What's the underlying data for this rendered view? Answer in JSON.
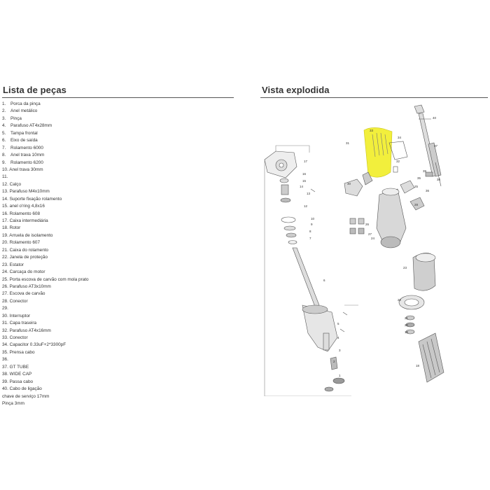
{
  "left_heading": "Lista de peças",
  "right_heading": "Vista explodida",
  "parts": [
    {
      "num": "1.",
      "text": "Porca da pinça"
    },
    {
      "num": "2.",
      "text": "Anel  metálico"
    },
    {
      "num": "3.",
      "text": "Pinça"
    },
    {
      "num": "4.",
      "text": "Parafuso AT4x28mm"
    },
    {
      "num": "5.",
      "text": "Tampa frontal"
    },
    {
      "num": "6.",
      "text": "Eixo de saída"
    },
    {
      "num": "7.",
      "text": "Rolamento 6000"
    },
    {
      "num": "8.",
      "text": "Anel trava 10mm"
    },
    {
      "num": "9.",
      "text": "Rolamento 6200"
    },
    {
      "num": "",
      "text": "10. Anel trava 30mm"
    },
    {
      "num": "",
      "text": "11."
    },
    {
      "num": "",
      "text": "12. Calço"
    },
    {
      "num": "",
      "text": "13. Parafuso M4x10mm"
    },
    {
      "num": "",
      "text": "14. Suporte fixação rolamento"
    },
    {
      "num": "",
      "text": "15. anel o'ring 4,8x16"
    },
    {
      "num": "",
      "text": "16. Rolamento 608"
    },
    {
      "num": "",
      "text": "17. Caixa intermediária"
    },
    {
      "num": "",
      "text": "18. Rotor"
    },
    {
      "num": "",
      "text": "19. Arruela de isolamento"
    },
    {
      "num": "",
      "text": "20. Rolamento 607"
    },
    {
      "num": "",
      "text": "21. Caixa do rolamento"
    },
    {
      "num": "",
      "text": "22. Janela de proteção"
    },
    {
      "num": "",
      "text": "23. Estator"
    },
    {
      "num": "",
      "text": "24. Carcaça do motor"
    },
    {
      "num": "",
      "text": "25. Porta escova de carvão com mola prato"
    },
    {
      "num": "",
      "text": "26. Parafuso AT3x10mm"
    },
    {
      "num": "",
      "text": "27. Escova de carvão"
    },
    {
      "num": "",
      "text": "28. Conector"
    },
    {
      "num": "",
      "text": "29."
    },
    {
      "num": "",
      "text": "30. Interruptor"
    },
    {
      "num": "",
      "text": "31. Capa traseira"
    },
    {
      "num": "",
      "text": "32. Parafuso AT4x16mm"
    },
    {
      "num": "",
      "text": "33. Conector"
    },
    {
      "num": "",
      "text": "34. Capacitor 0.33uF+2*3300pF"
    },
    {
      "num": "",
      "text": "35. Prensa cabo"
    },
    {
      "num": "",
      "text": "36."
    },
    {
      "num": "",
      "text": "37. GT TUBE"
    },
    {
      "num": "",
      "text": "38. WIDE CAP"
    },
    {
      "num": "",
      "text": "39. Passa cabo"
    },
    {
      "num": "",
      "text": "40. Cabo de ligação"
    },
    {
      "num": "",
      "text": "chave de serviço 17mm"
    },
    {
      "num": "",
      "text": "Pinça 3mm"
    }
  ],
  "callouts": [
    "1",
    "2",
    "3",
    "4",
    "5",
    "6",
    "7",
    "8",
    "9",
    "10",
    "12",
    "13",
    "14",
    "15",
    "16",
    "17",
    "18",
    "19",
    "20",
    "21",
    "22",
    "23",
    "24",
    "25",
    "26",
    "27",
    "28",
    "30",
    "31",
    "32",
    "33",
    "34",
    "35",
    "36",
    "37",
    "38",
    "39",
    "40"
  ],
  "colors": {
    "highlight": "#f2ef3c",
    "line": "#555555"
  }
}
